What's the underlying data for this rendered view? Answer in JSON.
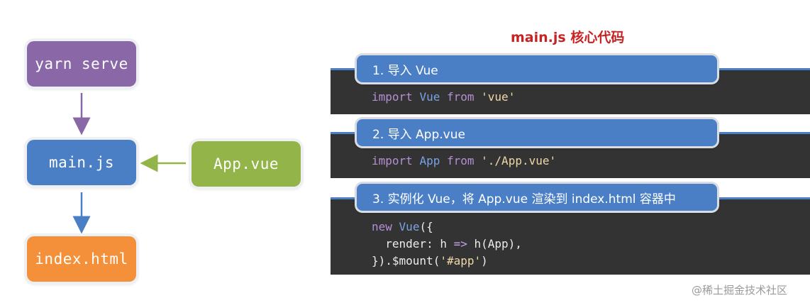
{
  "flow": {
    "yarn_serve": "yarn serve",
    "main_js": "main.js",
    "app_vue": "App.vue",
    "index_html": "index.html"
  },
  "colors": {
    "purple": "#8a68a8",
    "blue": "#4a7fc6",
    "green": "#93b448",
    "orange": "#f5903a",
    "title_red": "#c82323"
  },
  "title": "main.js 核心代码",
  "steps": [
    {
      "label": "1. 导入 Vue",
      "code": [
        [
          [
            "kw",
            "import"
          ],
          [
            "sp",
            " "
          ],
          [
            "cls",
            "Vue"
          ],
          [
            "sp",
            " "
          ],
          [
            "kw",
            "from"
          ],
          [
            "sp",
            " "
          ],
          [
            "str",
            "'vue'"
          ]
        ]
      ]
    },
    {
      "label": "2. 导入 App.vue",
      "code": [
        [
          [
            "kw",
            "import"
          ],
          [
            "sp",
            " "
          ],
          [
            "cls",
            "App"
          ],
          [
            "sp",
            " "
          ],
          [
            "kw",
            "from"
          ],
          [
            "sp",
            " "
          ],
          [
            "str",
            "'./App.vue'"
          ]
        ]
      ]
    },
    {
      "label": "3. 实例化 Vue，将 App.vue 渲染到 index.html 容器中",
      "code": [
        [
          [
            "kw",
            "new"
          ],
          [
            "sp",
            " "
          ],
          [
            "cls",
            "Vue"
          ],
          [
            "fn",
            "({"
          ]
        ],
        [
          [
            "sp",
            "  "
          ],
          [
            "fn",
            "render: h "
          ],
          [
            "op",
            "=>"
          ],
          [
            "fn",
            " h(App),"
          ]
        ],
        [
          [
            "fn",
            "}).$mount("
          ],
          [
            "str",
            "'#app'"
          ],
          [
            "fn",
            ")"
          ]
        ]
      ]
    }
  ],
  "watermark": "@稀土掘金技术社区"
}
